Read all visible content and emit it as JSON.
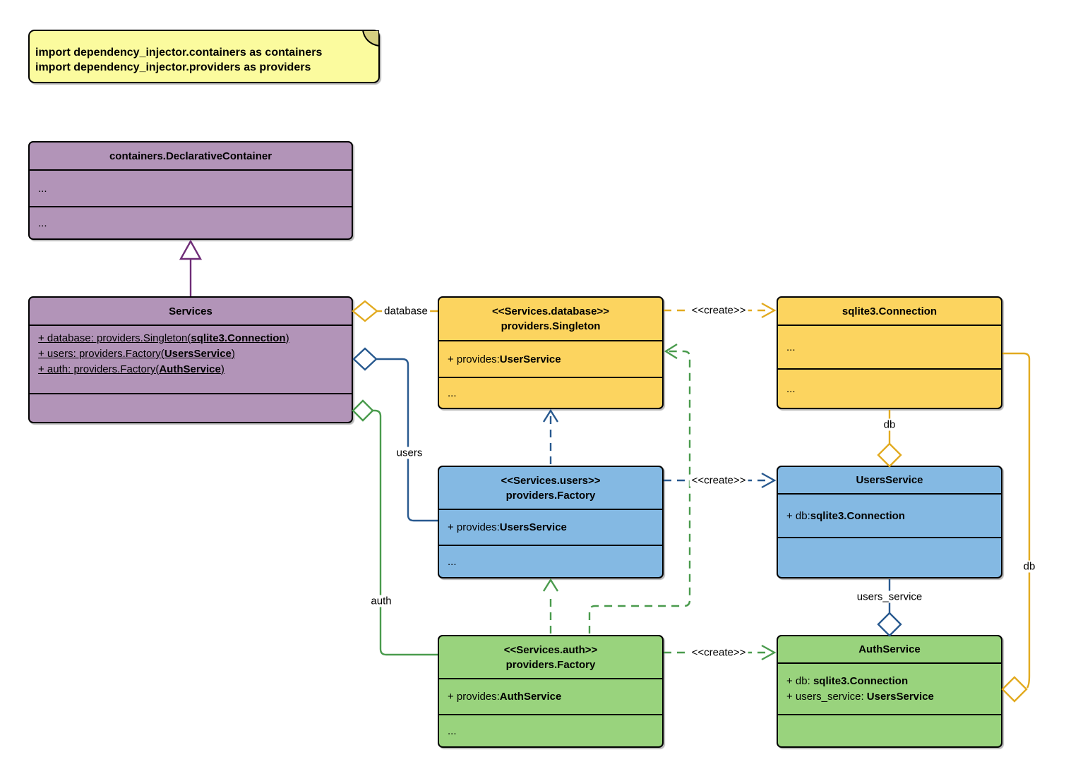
{
  "note": {
    "lines": [
      "import dependency_injector.containers as containers",
      "import dependency_injector.providers as providers"
    ]
  },
  "classes": {
    "declarative_container": {
      "title": "containers.DeclarativeContainer",
      "row1": "...",
      "row2": "..."
    },
    "services": {
      "title": "Services",
      "attributes": [
        {
          "pre": "+ database: providers.Singleton(",
          "bold": "sqlite3.Connection",
          "post": ")"
        },
        {
          "pre": "+ users: providers.Factory(",
          "bold": "UsersService",
          "post": ")"
        },
        {
          "pre": "+ auth: providers.Factory(",
          "bold": "AuthService",
          "post": ")"
        }
      ]
    },
    "singleton_database": {
      "stereotype": "<<Services.database>>",
      "title": "providers.Singleton",
      "provides_pre": "+ provides: ",
      "provides_bold": "UserService",
      "row": "..."
    },
    "sqlite_connection": {
      "title": "sqlite3.Connection",
      "row1": "...",
      "row2": "..."
    },
    "factory_users": {
      "stereotype": "<<Services.users>>",
      "title": "providers.Factory",
      "provides_pre": "+ provides: ",
      "provides_bold": "UsersService",
      "row": "..."
    },
    "users_service": {
      "title": "UsersService",
      "attr_pre": "+ db: ",
      "attr_bold": "sqlite3.Connection"
    },
    "factory_auth": {
      "stereotype": "<<Services.auth>>",
      "title": "providers.Factory",
      "provides_pre": "+ provides: ",
      "provides_bold": "AuthService",
      "row": "..."
    },
    "auth_service": {
      "title": "AuthService",
      "attributes": [
        {
          "pre": "+ db: ",
          "bold": "sqlite3.Connection"
        },
        {
          "pre": "+ users_service: ",
          "bold": "UsersService"
        }
      ]
    }
  },
  "edge_labels": {
    "database": "database",
    "users": "users",
    "auth": "auth",
    "create": "<<create>>",
    "db_top": "db",
    "db_right": "db",
    "users_service": "users_service"
  },
  "colors": {
    "purple_fill": "#b294b8",
    "yellow_fill": "#fcd45f",
    "blue_fill": "#84b9e3",
    "green_fill": "#99d37d",
    "note_fill": "#fbfb9e",
    "note_fold": "#d6d080",
    "edge_yellow": "#e2aa1f",
    "edge_blue": "#28598f",
    "edge_green": "#4a9b4d",
    "edge_purple": "#6f2d77"
  }
}
